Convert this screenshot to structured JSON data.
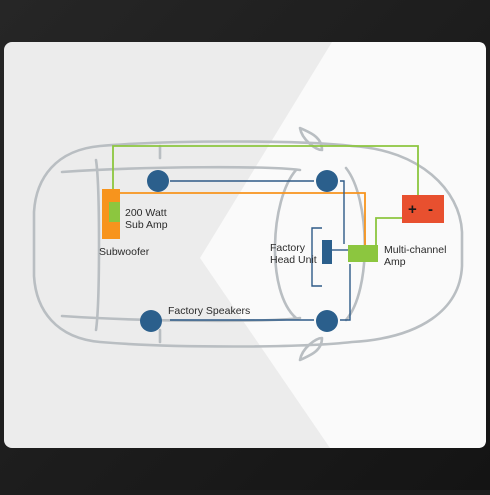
{
  "labels": {
    "sub_amp": "200 Watt\nSub Amp",
    "subwoofer": "Subwoofer",
    "head_unit": "Factory\nHead Unit",
    "multi_amp": "Multi-channel\nAmp",
    "speakers": "Factory Speakers",
    "battery_plus": "+",
    "battery_minus": "-"
  },
  "colors": {
    "background": "#1e1e1e",
    "panel": "#ececec",
    "car_outline": "#b9bec2",
    "power_wire": "#8cc63f",
    "sub_wire": "#f7941d",
    "speaker_wire": "#2e5a87",
    "speaker": "#2b5f8c",
    "battery": "#e8502f",
    "amp": "#8cc63f",
    "subwoofer": "#f7941d"
  }
}
